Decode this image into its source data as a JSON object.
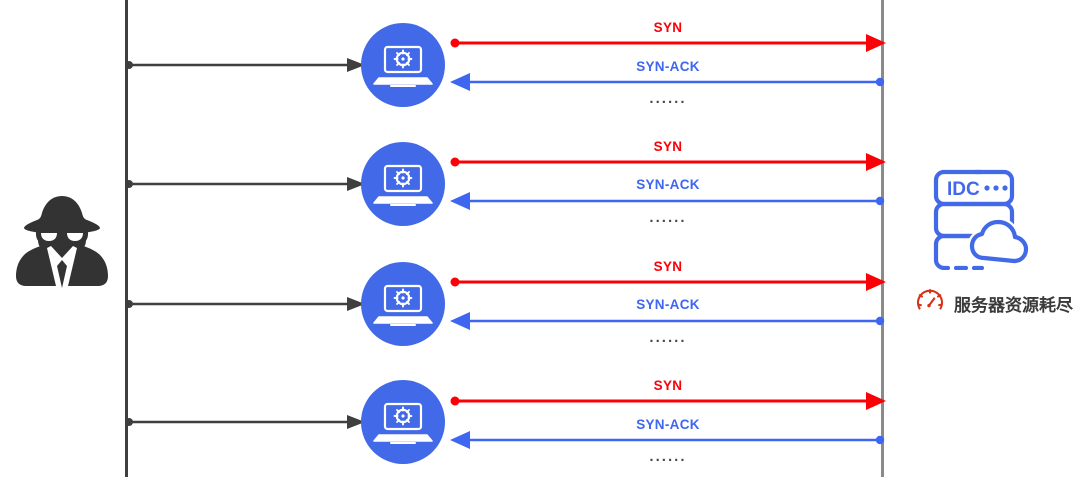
{
  "diagram": {
    "title": "SYN Flood DDoS attack diagram",
    "colors": {
      "syn": "#fb0007",
      "syn_ack": "#3f66f0",
      "bot": "#4169e8",
      "rail_left": "#3f3f3f",
      "rail_right": "#8a8a8a",
      "attacker": "#333333",
      "idc": "#4169e8",
      "gauge": "#d93118",
      "ellipsis": "#4a4a4a"
    },
    "attacker": {
      "icon": "hacker-spy-icon"
    },
    "bots": [
      {
        "icon": "infected-laptop-icon"
      },
      {
        "icon": "infected-laptop-icon"
      },
      {
        "icon": "infected-laptop-icon"
      },
      {
        "icon": "infected-laptop-icon"
      }
    ],
    "flows": [
      {
        "syn_label": "SYN",
        "syn_ack_label": "SYN-ACK",
        "ellipsis": "······"
      },
      {
        "syn_label": "SYN",
        "syn_ack_label": "SYN-ACK",
        "ellipsis": "······"
      },
      {
        "syn_label": "SYN",
        "syn_ack_label": "SYN-ACK",
        "ellipsis": "······"
      },
      {
        "syn_label": "SYN",
        "syn_ack_label": "SYN-ACK",
        "ellipsis": "······"
      }
    ],
    "target": {
      "icon": "idc-server-cloud-icon",
      "label": "IDC",
      "menu_dots": "•••"
    },
    "status": {
      "icon": "gauge-icon",
      "text": "服务器资源耗尽"
    }
  }
}
